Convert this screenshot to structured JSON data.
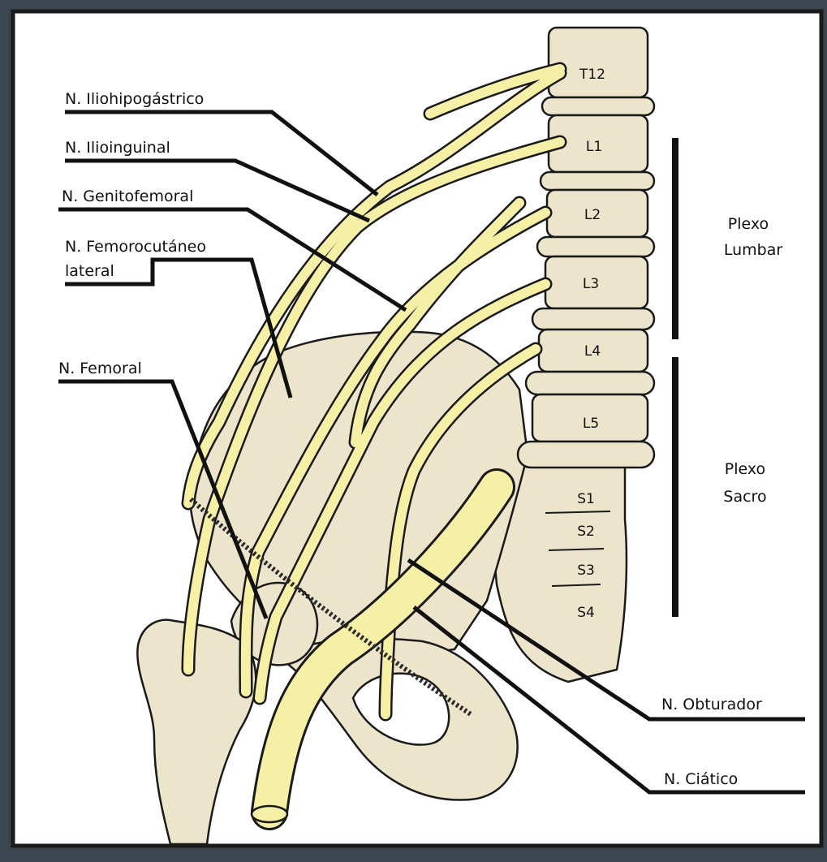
{
  "colors": {
    "background": "#3c4650",
    "panel": "#ffffff",
    "bone": "#ece5cc",
    "nerve": "#f6f0a6",
    "outline": "#1a1a1a"
  },
  "labels": {
    "iliohypogastric": "N. Iliohipogástrico",
    "ilioinguinal": "N. Ilioinguinal",
    "genitofemoral": "N. Genitofemoral",
    "femorocutaneous_line1": "N. Femorocutáneo",
    "femorocutaneous_line2": "lateral",
    "femoral": "N. Femoral",
    "obturator": "N. Obturador",
    "sciatic": "N. Ciático"
  },
  "plexus": {
    "lumbar_line1": "Plexo",
    "lumbar_line2": "Lumbar",
    "sacral_line1": "Plexo",
    "sacral_line2": "Sacro"
  },
  "vertebrae": [
    "T12",
    "L1",
    "L2",
    "L3",
    "L4",
    "L5"
  ],
  "sacral_segments": [
    "S1",
    "S2",
    "S3",
    "S4"
  ]
}
